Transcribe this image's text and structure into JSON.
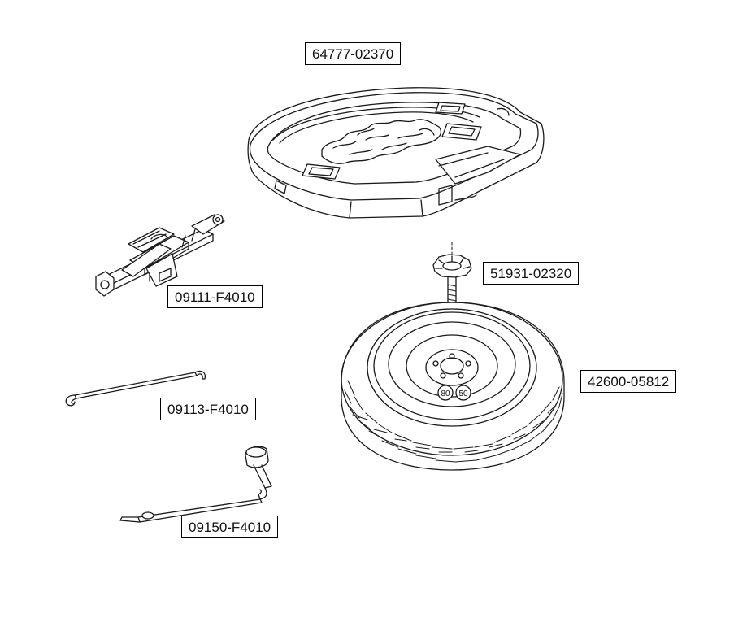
{
  "diagram": {
    "parts": {
      "tray": {
        "part_number": "64777-02370",
        "icon": "spare-tire-tray"
      },
      "hold_bolt": {
        "part_number": "51931-02320",
        "icon": "hold-down-bolt"
      },
      "jack": {
        "part_number": "09111-F4010",
        "icon": "scissor-jack"
      },
      "tire": {
        "part_number": "42600-05812",
        "icon": "spare-tire"
      },
      "jack_rod": {
        "part_number": "09113-F4010",
        "icon": "jack-handle-rod"
      },
      "lug_wrench": {
        "part_number": "09150-F4010",
        "icon": "lug-wrench"
      }
    },
    "wheel_markings": [
      "80",
      "50"
    ]
  },
  "colors": {
    "line": "#1a1a1a",
    "background": "#ffffff",
    "label_border": "#000000"
  }
}
